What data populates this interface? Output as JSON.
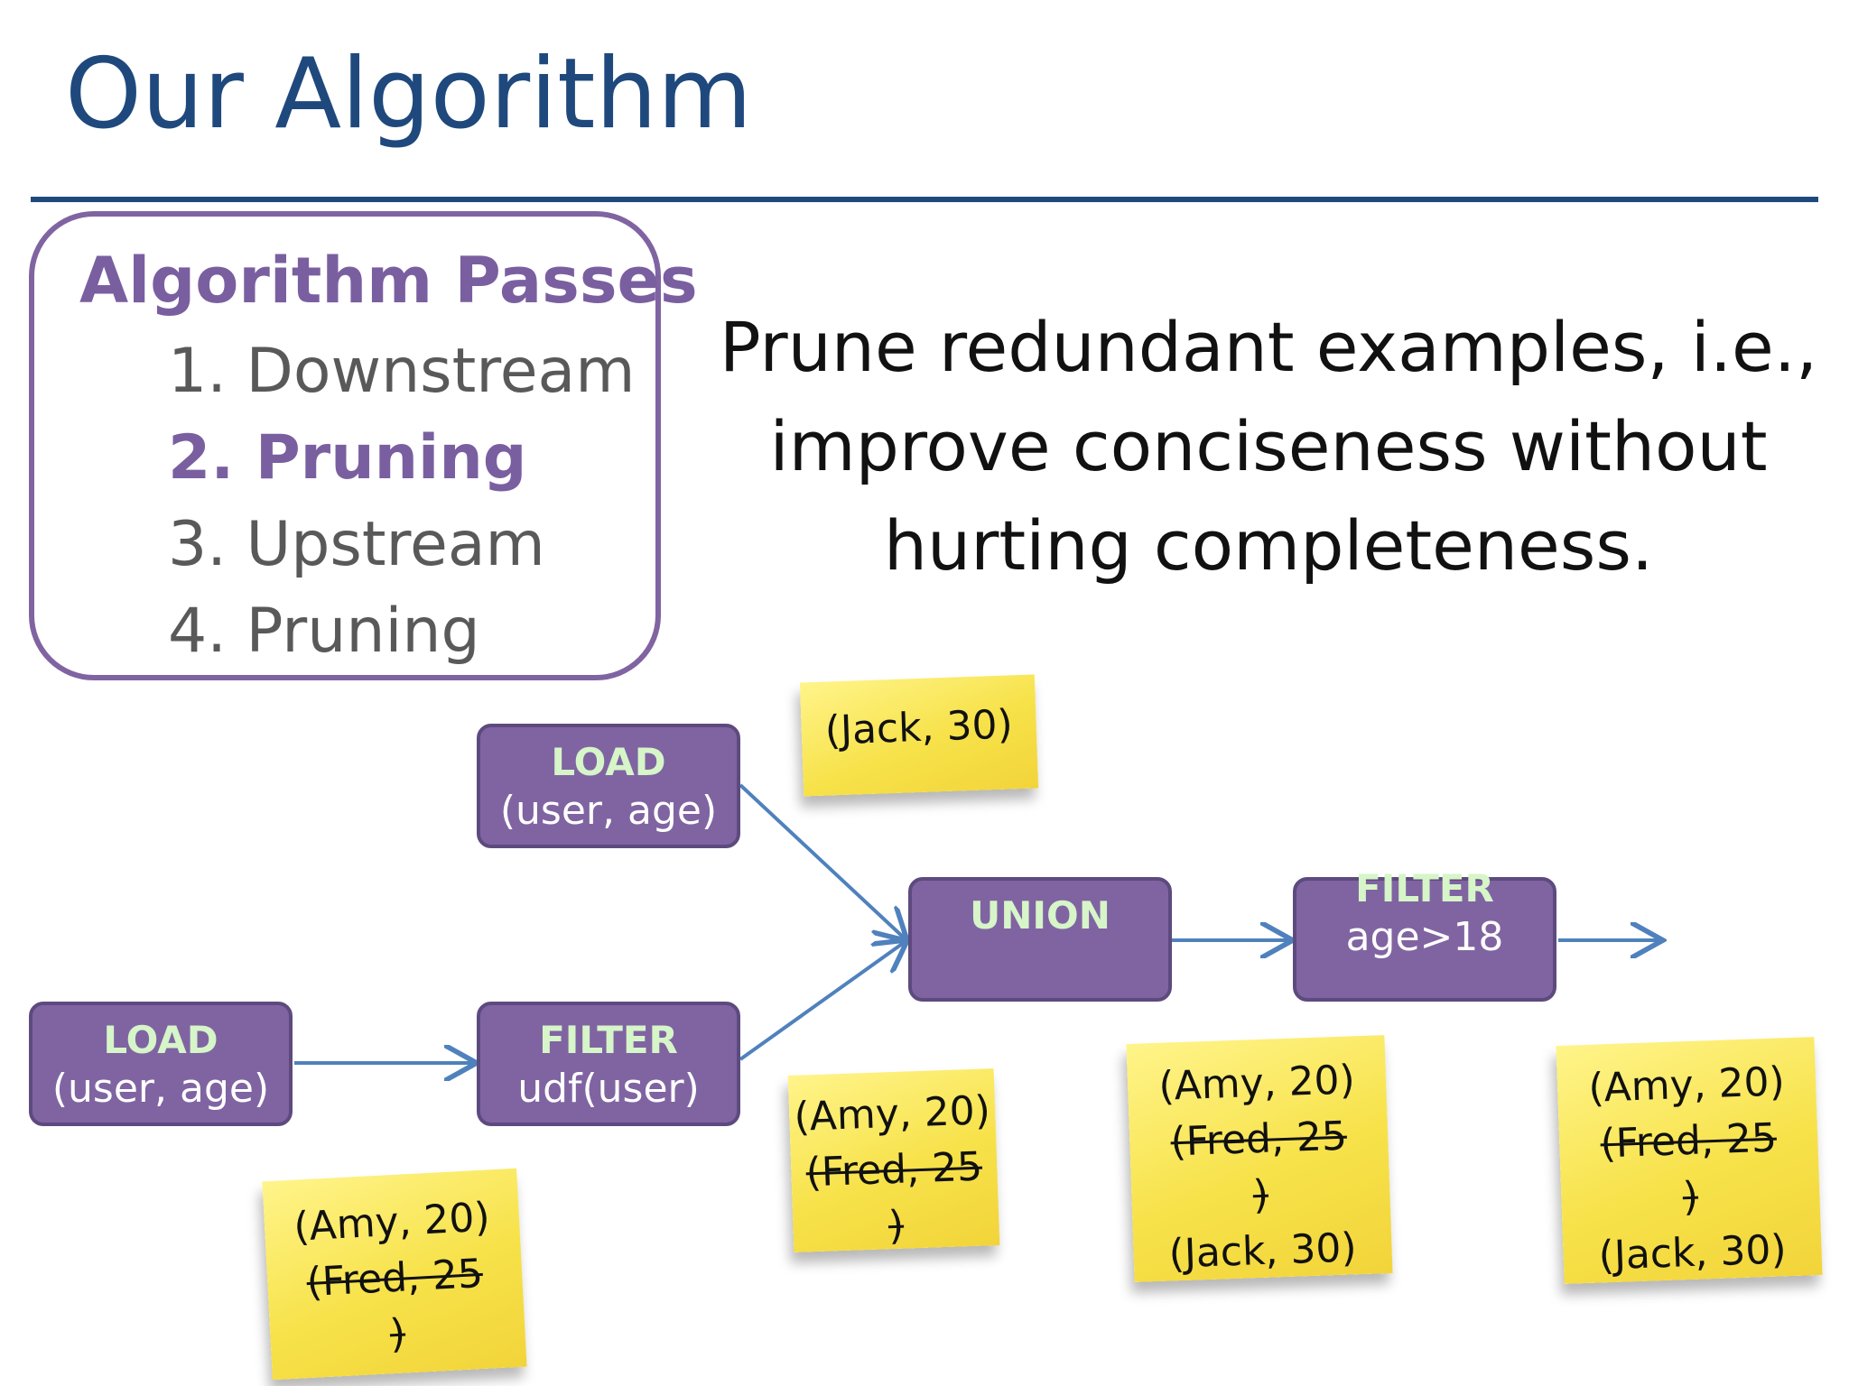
{
  "slide": {
    "title": "Our Algorithm",
    "description": "Prune redundant examples, i.e., improve conciseness without hurting completeness."
  },
  "passes": {
    "heading": "Algorithm Passes",
    "items": [
      "1. Downstream",
      "2. Pruning",
      "3. Upstream",
      "4. Pruning"
    ],
    "active_index": 1
  },
  "operators": {
    "load_top": {
      "name": "LOAD",
      "arg": "(user, age)"
    },
    "load_bottom": {
      "name": "LOAD",
      "arg": "(user, age)"
    },
    "filter_udf": {
      "name": "FILTER",
      "arg": "udf(user)"
    },
    "union": {
      "name": "UNION",
      "arg": ""
    },
    "filter_age": {
      "name": "FILTER",
      "arg": "age>18"
    }
  },
  "notes": {
    "load_top": {
      "lines": [
        "(Jack, 30)"
      ]
    },
    "load_bottom": {
      "lines": [
        "(Amy, 20)",
        "(Fred, 25",
        ")"
      ]
    },
    "filter_udf": {
      "lines": [
        "(Amy, 20)",
        "(Fred, 25",
        ")"
      ]
    },
    "union": {
      "lines": [
        "(Amy, 20)",
        "(Fred, 25",
        ")",
        "(Jack, 30)"
      ]
    },
    "output": {
      "lines": [
        "(Amy, 20)",
        "(Fred, 25",
        ")",
        "(Jack, 30)"
      ]
    }
  },
  "colors": {
    "title": "#1f497d",
    "operator_fill": "#8064a2",
    "operator_name": "#d6f5c8",
    "arrow": "#4f81bd",
    "note": "#f7e24a"
  }
}
